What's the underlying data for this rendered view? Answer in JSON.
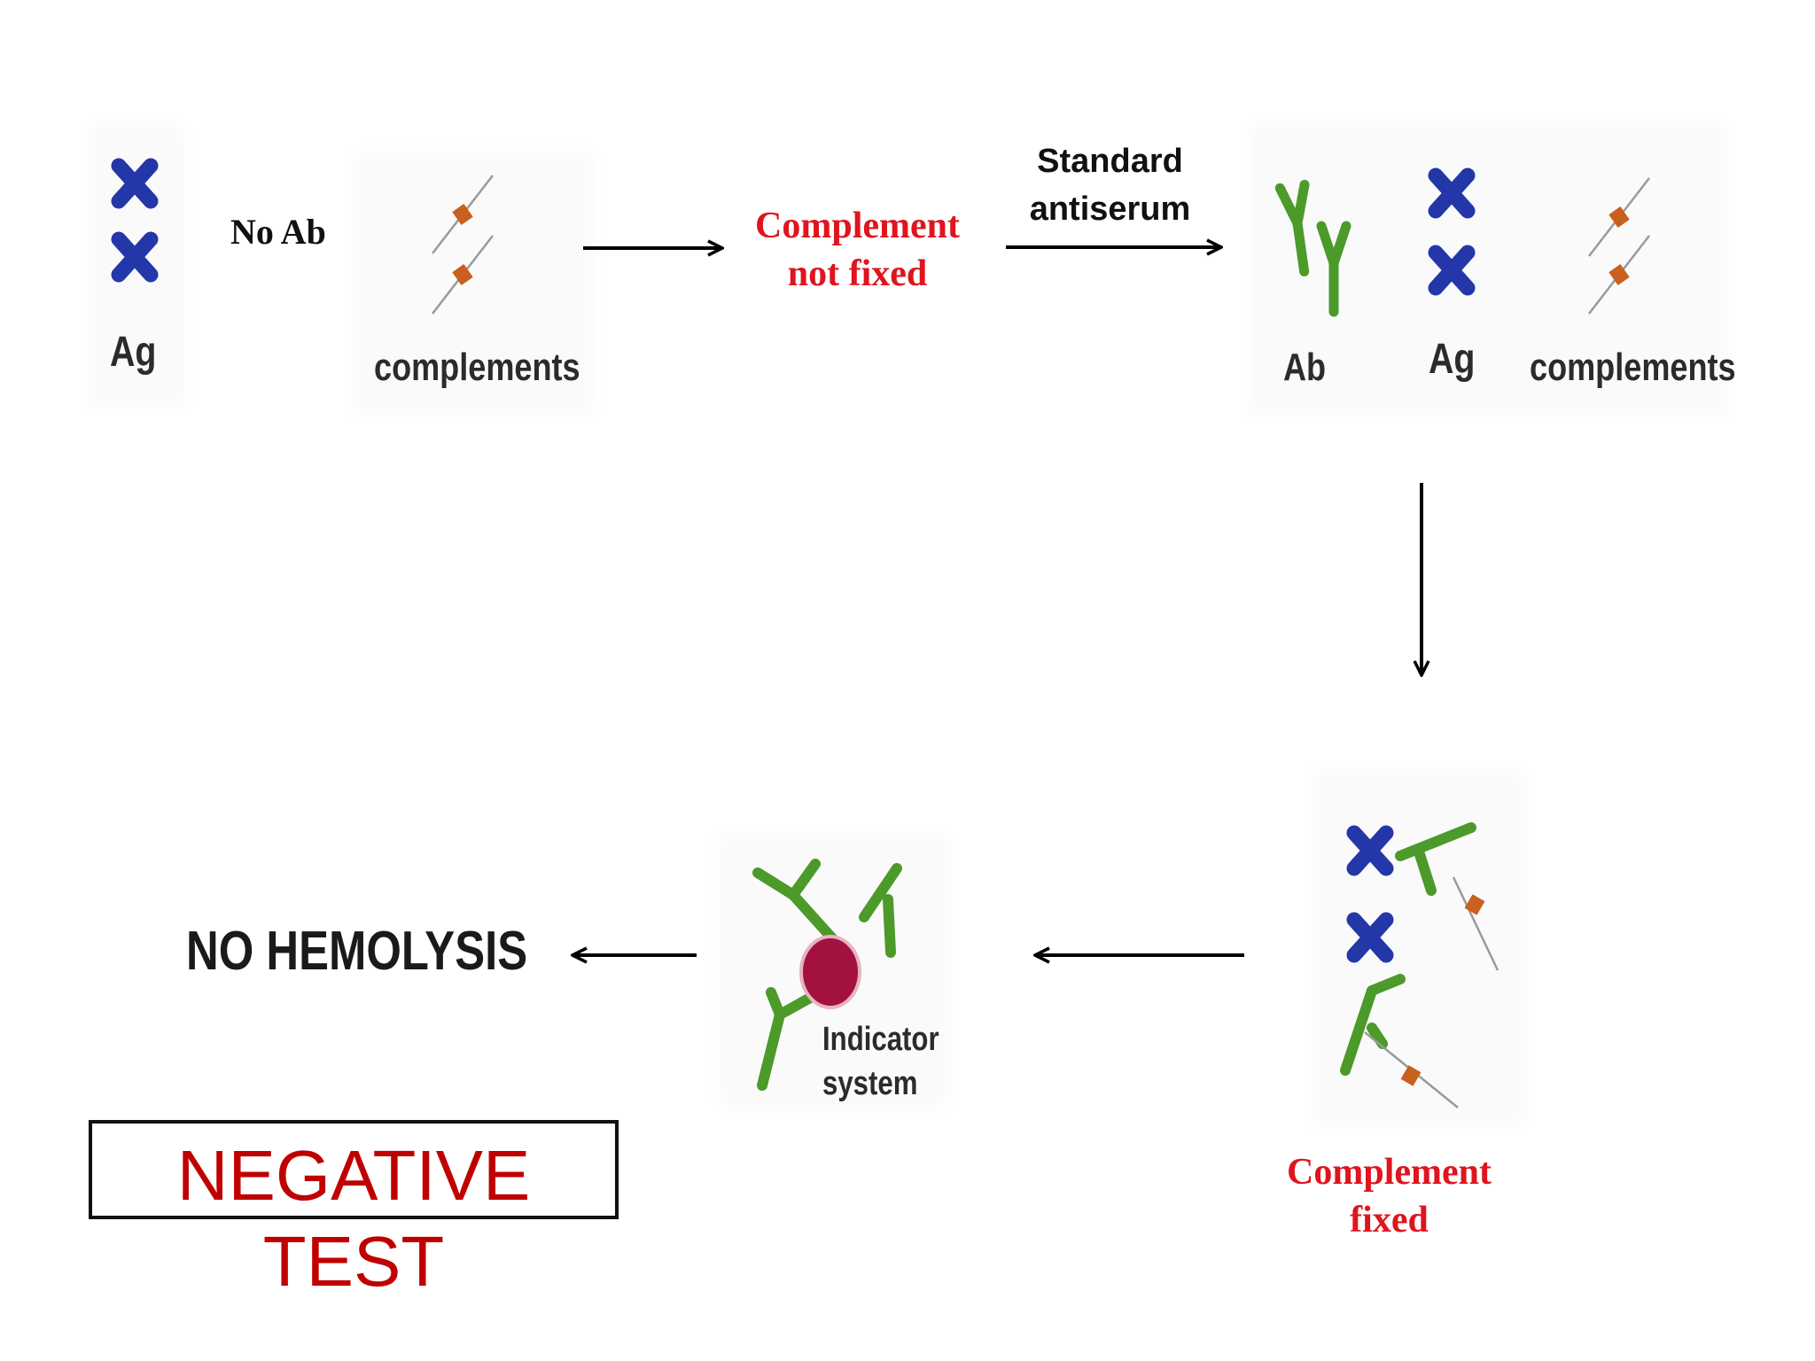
{
  "top_row": {
    "ag_label": "Ag",
    "no_ab_label": "No Ab",
    "complements_label": "complements",
    "complement_not_fixed": "Complement\nnot fixed",
    "standard_antiserum": "Standard\nantiserum",
    "ab_label": "Ab",
    "ag_label_2": "Ag",
    "complements_label_2": "complements"
  },
  "bottom_row": {
    "complement_fixed": "Complement\nfixed",
    "indicator_label": "Indicator\nsystem",
    "no_hemolysis": "NO HEMOLYSIS"
  },
  "result": {
    "text": "NEGATIVE\nTEST",
    "color": "#c00000"
  },
  "colors": {
    "antigen": "#2437a8",
    "antibody": "#4c9a2a",
    "complement": "#c8601e",
    "red_cell": "#a3123f",
    "highlight_red": "#e0141e"
  }
}
